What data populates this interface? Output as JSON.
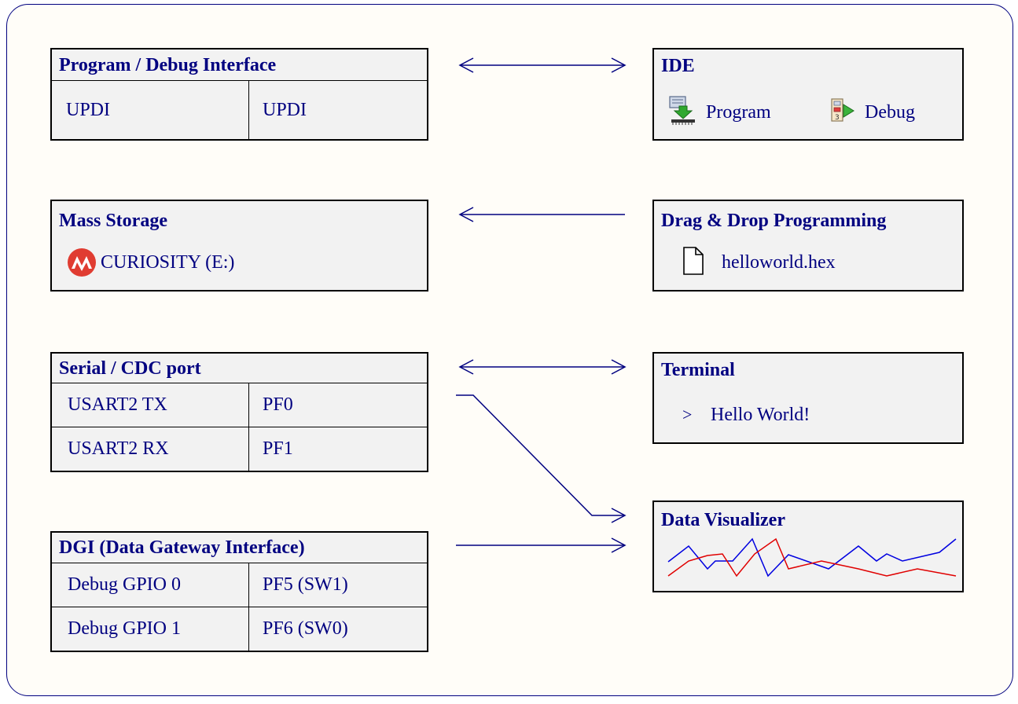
{
  "program_debug": {
    "title": "Program / Debug Interface",
    "cells": [
      "UPDI",
      "UPDI"
    ]
  },
  "ide": {
    "title": "IDE",
    "program_label": "Program",
    "debug_label": "Debug"
  },
  "mass_storage": {
    "title": "Mass Storage",
    "drive_label": "CURIOSITY (E:)"
  },
  "drag_drop": {
    "title": "Drag & Drop Programming",
    "file_label": "helloworld.hex"
  },
  "serial": {
    "title": "Serial / CDC port",
    "rows": [
      {
        "signal": "USART2 TX",
        "pin": "PF0"
      },
      {
        "signal": "USART2 RX",
        "pin": "PF1"
      }
    ]
  },
  "terminal": {
    "title": "Terminal",
    "prompt": ">",
    "text": "Hello World!"
  },
  "dgi": {
    "title": "DGI  (Data Gateway Interface)",
    "rows": [
      {
        "signal": "Debug GPIO 0",
        "pin": "PF5 (SW1)"
      },
      {
        "signal": "Debug GPIO 1",
        "pin": "PF6 (SW0)"
      }
    ]
  },
  "data_visualizer": {
    "title": "Data Visualizer"
  },
  "colors": {
    "text": "#000080",
    "border": "#000000",
    "box_fill": "#f2f2f2",
    "background": "#fffdf8",
    "series_blue": "#0000e0",
    "series_red": "#e00000",
    "microchip_red": "#e03c31"
  }
}
